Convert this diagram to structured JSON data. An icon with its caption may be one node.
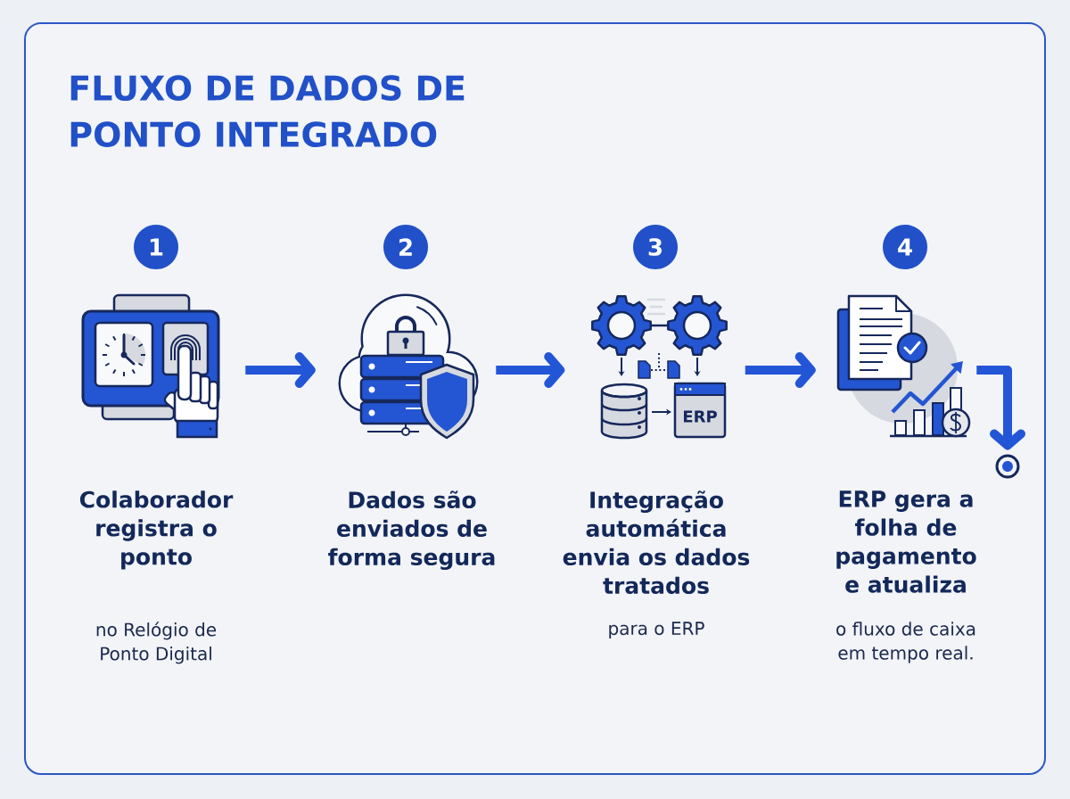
{
  "diagram": {
    "title": "FLUXO DE DADOS DE PONTO INTEGRADO",
    "nodes": [
      {
        "text": [
          "1"
        ]
      },
      {
        "text": [],
        "shape": "picture",
        "beside": [
          "Colaborador registra o ponto",
          "no Relógio de Ponto Digital"
        ]
      },
      {
        "text": [
          "2"
        ]
      },
      {
        "text": [],
        "shape": "picture",
        "beside": [
          "Dados são enviados de forma segura"
        ]
      },
      {
        "text": [
          "3"
        ]
      },
      {
        "text": [],
        "shape": "picture",
        "beside": [
          "Integração automática envia os dados tratados",
          "para o ERP"
        ]
      },
      {
        "text": [
          "4"
        ]
      },
      {
        "text": [],
        "shape": "picture",
        "beside": [
          "ERP gera a folha de pagamento e atualiza",
          "o fluxo de caixa em tempo real."
        ]
      },
      {
        "text": [],
        "shape": "circle"
      }
    ],
    "edges": [
      {
        "from": 1,
        "to": 3,
        "arrow": "to"
      },
      {
        "from": 3,
        "to": 5,
        "arrow": "to"
      },
      {
        "from": 5,
        "to": 7,
        "arrow": "to"
      },
      {
        "from": 7,
        "to": 8,
        "arrow": "to"
      }
    ],
    "labels": [
      "ERP"
    ]
  }
}
